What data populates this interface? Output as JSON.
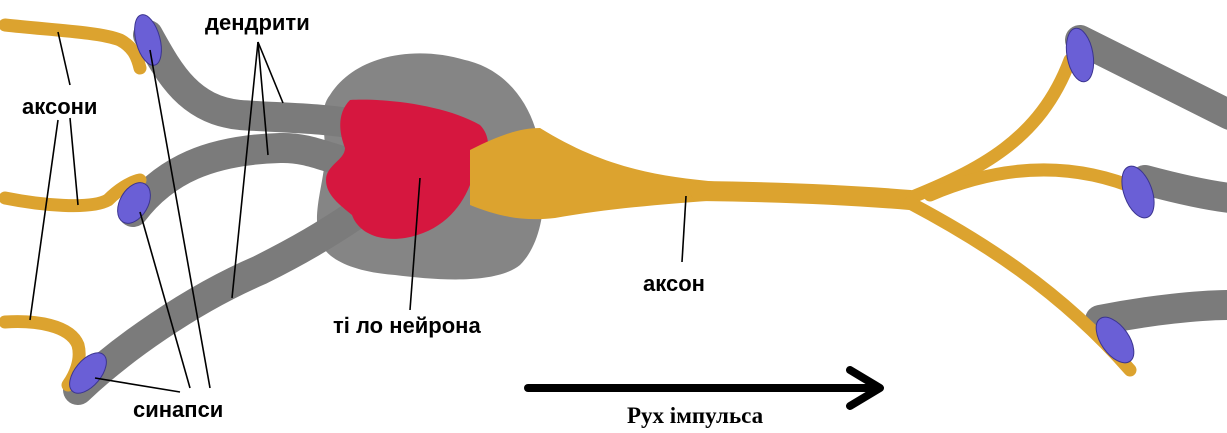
{
  "labels": {
    "dendrites": "дендрити",
    "input_axons": "аксони",
    "synapses": "синапси",
    "soma": "ті ло нейрона",
    "axon": "аксон",
    "impulse_direction": "Рух  імпульса"
  },
  "colors": {
    "dendrite": "#7b7b7b",
    "soma": "#858585",
    "nucleus": "#d6173f",
    "axon": "#dca32f",
    "synapse": "#6a5fd6",
    "line": "#000000"
  },
  "icons": {
    "direction_arrow": "arrow-right-icon"
  }
}
